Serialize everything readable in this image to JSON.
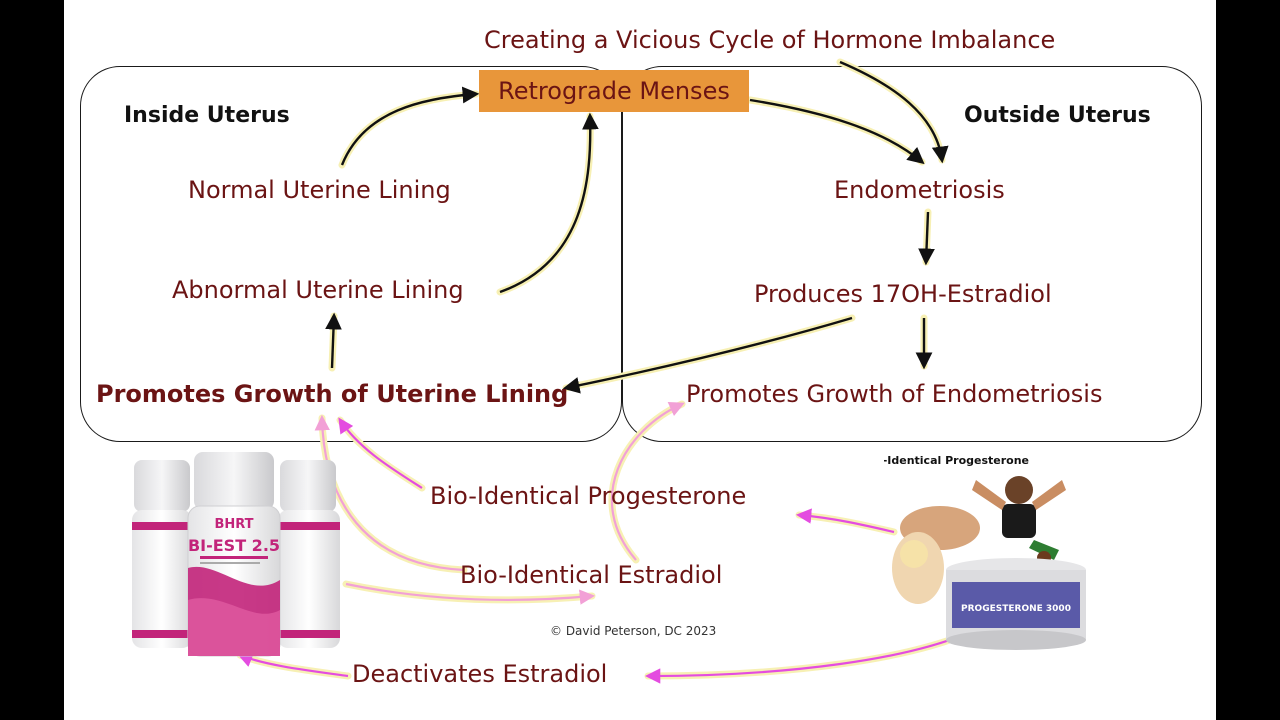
{
  "title": "Creating a Vicious Cycle of Hormone Imbalance",
  "regions": {
    "inside": "Inside Uterus",
    "outside": "Outside Uterus"
  },
  "nodes": {
    "retrograde_menses": "Retrograde Menses",
    "normal_lining": "Normal Uterine Lining",
    "abnormal_lining": "Abnormal Uterine Lining",
    "promotes_uterine": "Promotes Growth of Uterine Lining",
    "endometriosis": "Endometriosis",
    "produces_17oh": "Produces 17OH-Estradiol",
    "promotes_endo": "Promotes Growth of Endometriosis",
    "bio_progesterone": "Bio-Identical Progesterone",
    "bio_estradiol": "Bio-Identical Estradiol",
    "deactivates": "Deactivates Estradiol"
  },
  "products": {
    "left_brand": "BHRT",
    "left_name": "BI-EST 2.5",
    "right_heading": "Bio-Identical Progesterone",
    "right_jar_label": "PROGESTERONE 3000"
  },
  "copyright": "© David Peterson, DC 2023",
  "colors": {
    "text": "#6b1414",
    "highlight": "#e8963a",
    "arrow_dark": "#111111",
    "arrow_magenta": "#e44ce0",
    "arrow_pink": "#f2a0d6",
    "glow": "#f7f0b4"
  }
}
